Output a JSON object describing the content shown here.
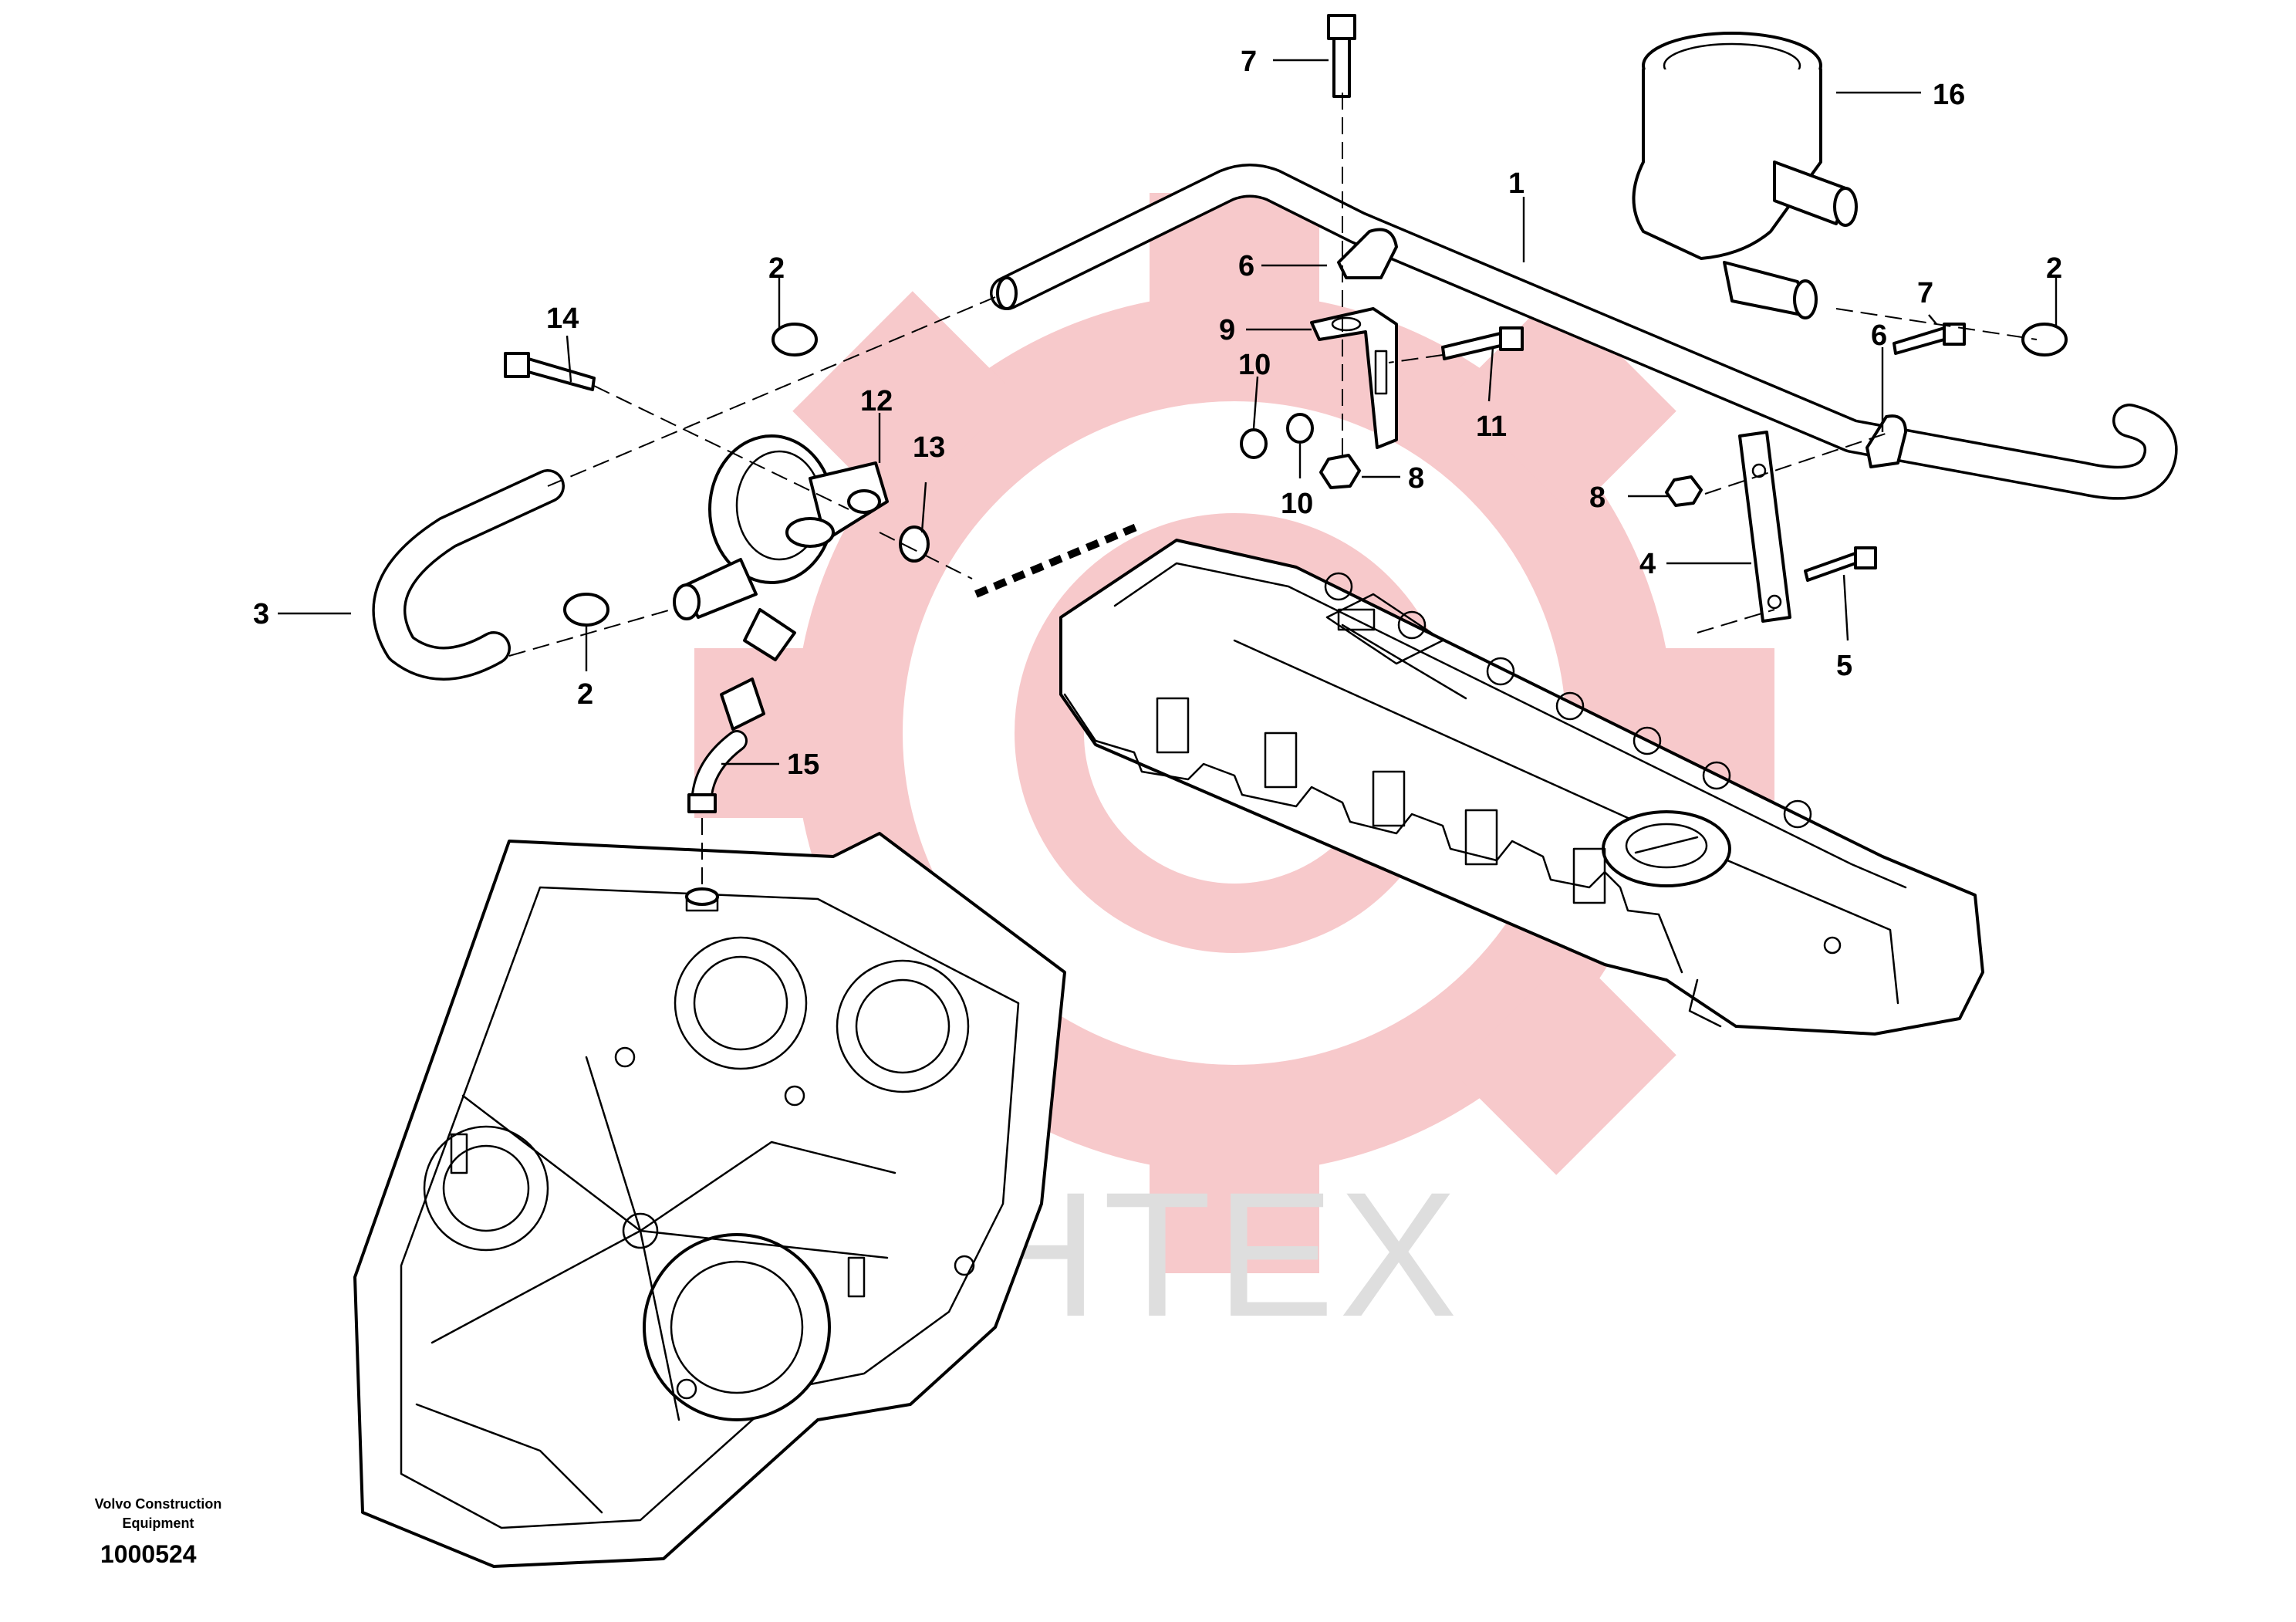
{
  "watermark": {
    "text": "MHTEX",
    "gear_color": "#f7c9cb",
    "text_color": "#dedede"
  },
  "callouts": [
    {
      "id": "c1",
      "label": "1"
    },
    {
      "id": "c2a",
      "label": "2"
    },
    {
      "id": "c2b",
      "label": "2"
    },
    {
      "id": "c2c",
      "label": "2"
    },
    {
      "id": "c3",
      "label": "3"
    },
    {
      "id": "c4",
      "label": "4"
    },
    {
      "id": "c5",
      "label": "5"
    },
    {
      "id": "c6a",
      "label": "6"
    },
    {
      "id": "c6b",
      "label": "6"
    },
    {
      "id": "c7a",
      "label": "7"
    },
    {
      "id": "c7b",
      "label": "7"
    },
    {
      "id": "c8a",
      "label": "8"
    },
    {
      "id": "c8b",
      "label": "8"
    },
    {
      "id": "c9",
      "label": "9"
    },
    {
      "id": "c10a",
      "label": "10"
    },
    {
      "id": "c10b",
      "label": "10"
    },
    {
      "id": "c11",
      "label": "11"
    },
    {
      "id": "c12",
      "label": "12"
    },
    {
      "id": "c13",
      "label": "13"
    },
    {
      "id": "c14",
      "label": "14"
    },
    {
      "id": "c15",
      "label": "15"
    },
    {
      "id": "c16",
      "label": "16"
    }
  ],
  "footer": {
    "line1": "Volvo Construction",
    "line2": "Equipment",
    "number": "1000524"
  }
}
